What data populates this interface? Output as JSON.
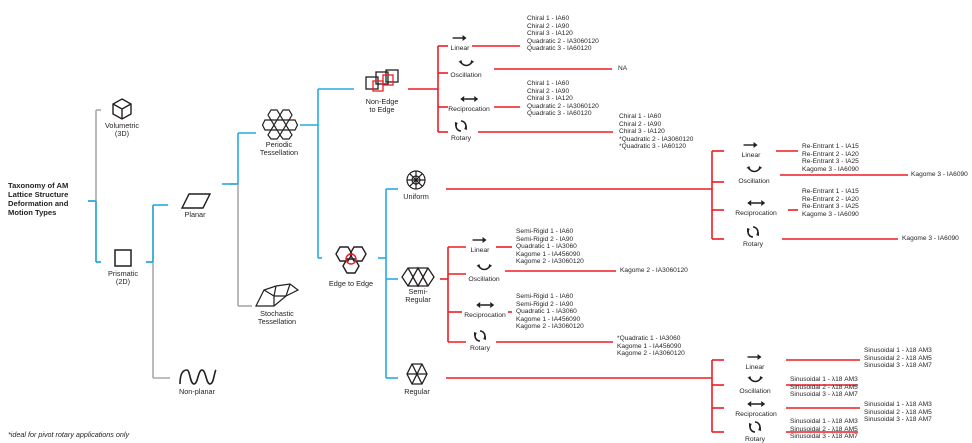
{
  "root": {
    "title": [
      "Taxonomy of AM",
      "Lattice Structure",
      "Deformation and",
      "Motion Types"
    ]
  },
  "nodes": {
    "volumetric": [
      "Volumetric",
      "(3D)"
    ],
    "prismatic": [
      "Prismatic",
      "(2D)"
    ],
    "planar": "Planar",
    "non_planar": "Non-planar",
    "periodic": [
      "Periodic",
      "Tessellation"
    ],
    "stochastic": [
      "Stochastic",
      "Tessellation"
    ],
    "non_edge": [
      "Non-Edge",
      "to Edge"
    ],
    "edge_to_edge": "Edge to Edge",
    "uniform": "Uniform",
    "semi_regular": [
      "Semi-",
      "Regular"
    ],
    "regular": "Regular"
  },
  "motions": {
    "linear": "Linear",
    "oscillation": "Oscillation",
    "reciprocation": "Reciprocation",
    "rotary": "Rotary"
  },
  "lists": {
    "ne_linear": [
      "Chiral 1 - IA60",
      "Chiral 2 - IA90",
      "Chiral 3 - IA120",
      "Quadratic 2 - IA3060120",
      "Quadratic 3 - IA60120"
    ],
    "ne_osc": [
      "NA"
    ],
    "ne_recip": [
      "Chiral 1 - IA60",
      "Chiral 2 - IA90",
      "Chiral 3 - IA120",
      "Quadratic 2 - IA3060120",
      "Quadratic 3 - IA60120"
    ],
    "ne_rot": [
      "Chiral 1 - IA60",
      "Chiral 2 - IA90",
      "Chiral 3 - IA120",
      "*Quadratic 2 - IA3060120",
      "*Quadratic 3 - IA60120"
    ],
    "u_linear": [
      "Re-Entrant 1 - IA15",
      "Re-Entrant 2 - IA20",
      "Re-Entrant 3 - IA25",
      "Kagome 3 - IA6090"
    ],
    "u_osc": [
      "Kagome 3 - IA6090"
    ],
    "u_recip": [
      "Re-Entrant 1 - IA15",
      "Re-Entrant 2 - IA20",
      "Re-Entrant 3 - IA25",
      "Kagome 3 - IA6090"
    ],
    "u_rot": [
      "Kagome 3 - IA6090"
    ],
    "s_linear": [
      "Semi-Rigid 1 - IA60",
      "Semi-Rigid 2 - IA90",
      "Quadratic 1 - IA3060",
      "Kagome 1 - IA456090",
      "Kagome 2 - IA3060120"
    ],
    "s_osc": [
      "Kagome 2 - IA3060120"
    ],
    "s_recip": [
      "Semi-Rigid 1 - IA60",
      "Semi-Rigid 2 - IA90",
      "Quadratic 1 - IA3060",
      "Kagome 1 - IA456090",
      "Kagome 2 - IA3060120"
    ],
    "s_rot": [
      "*Quadratic 1 - IA3060",
      "Kagome 1 - IA456090",
      "Kagome 2 - IA3060120"
    ],
    "r_linear": [
      "Sinusoidal 1 - λ18 AM3",
      "Sinusoidal 2 - λ18 AM5",
      "Sinusoidal 3 - λ18 AM7"
    ],
    "r_osc": [
      "Sinusoidal 1 - λ18 AM3",
      "Sinusoidal 2 - λ18 AM5",
      "Sinusoidal 3 - λ18 AM7"
    ],
    "r_recip": [
      "Sinusoidal 1 - λ18 AM3",
      "Sinusoidal 2 - λ18 AM5",
      "Sinusoidal 3 - λ18 AM7"
    ],
    "r_rot": [
      "Sinusoidal 1 - λ18 AM3",
      "Sinusoidal 2 - λ18 AM5",
      "Sinusoidal 3 - λ18 AM7"
    ]
  },
  "footnote": "*ideal for pivot rotary applications only",
  "colors": {
    "gray": "#a7a9ac",
    "blue": "#27aae1",
    "red": "#ed1c24",
    "text": "#231f20"
  },
  "icons": [
    "cube-icon",
    "square-icon",
    "parallelogram-icon",
    "wave-icon",
    "hexagon-cluster-icon",
    "stochastic-polygon-icon",
    "overlapping-squares-icon",
    "hex-chain-icon",
    "circle-lattice-icon",
    "hexagon-triangle-icon",
    "arrow-right-icon",
    "arc-icon",
    "double-arrow-icon",
    "rotation-icon"
  ]
}
